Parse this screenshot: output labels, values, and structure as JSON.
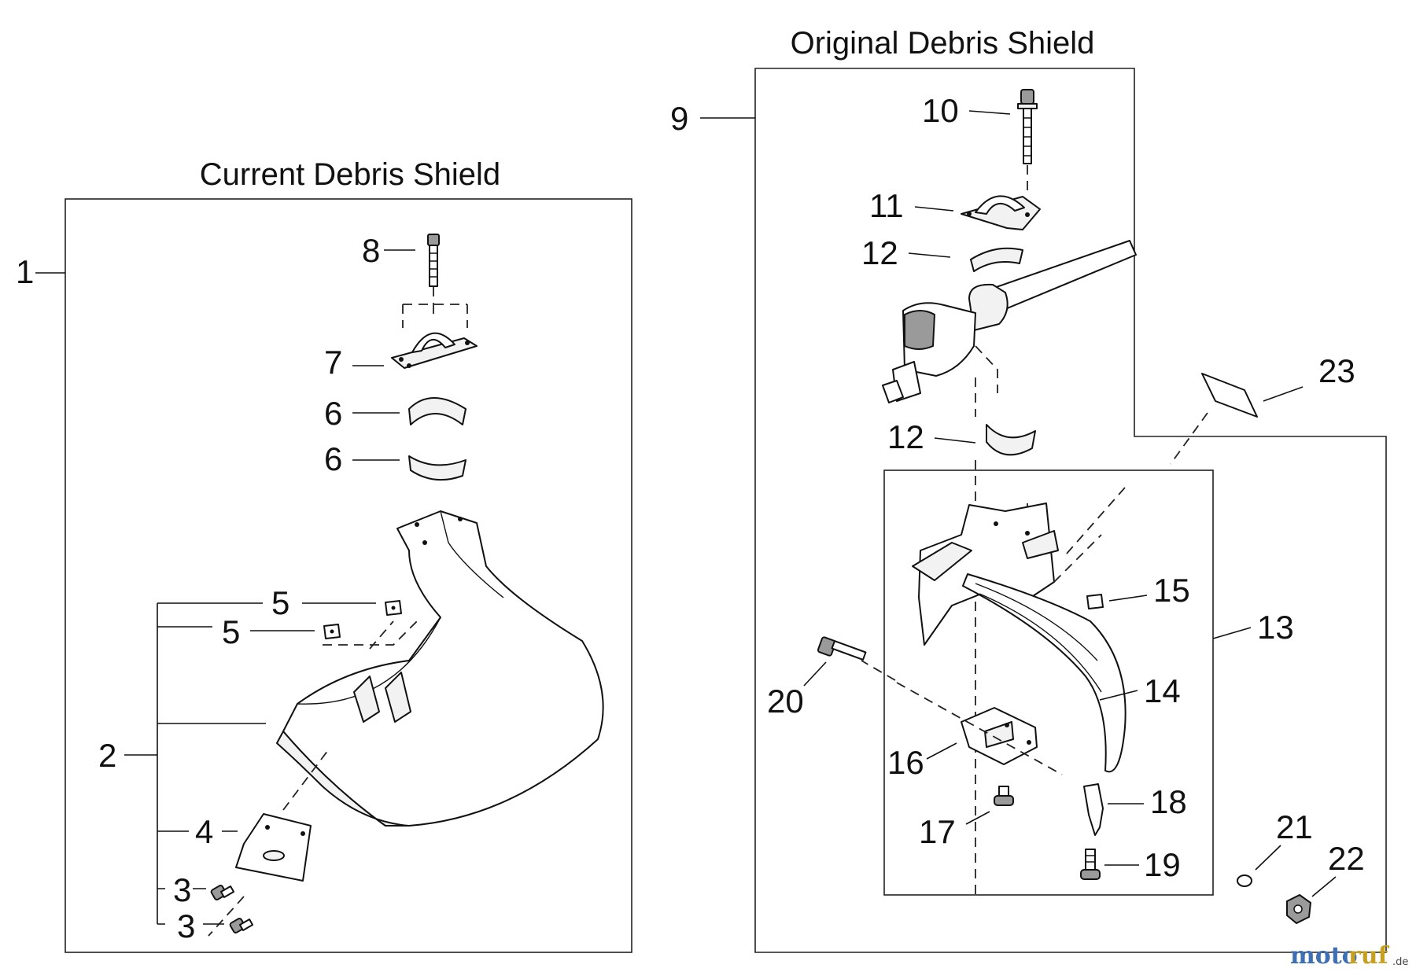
{
  "titles": {
    "current": "Current Debris Shield",
    "original": "Original Debris Shield"
  },
  "callouts": {
    "c1": "1",
    "c2": "2",
    "c3a": "3",
    "c3b": "3",
    "c4": "4",
    "c5a": "5",
    "c5b": "5",
    "c6a": "6",
    "c6b": "6",
    "c7": "7",
    "c8": "8",
    "c9": "9",
    "c10": "10",
    "c11": "11",
    "c12a": "12",
    "c12b": "12",
    "c13": "13",
    "c14": "14",
    "c15": "15",
    "c16": "16",
    "c17": "17",
    "c18": "18",
    "c19": "19",
    "c20": "20",
    "c21": "21",
    "c22": "22",
    "c23": "23"
  },
  "watermark": {
    "part1": "moto",
    "part2": "ruf",
    "suffix": ".de"
  }
}
